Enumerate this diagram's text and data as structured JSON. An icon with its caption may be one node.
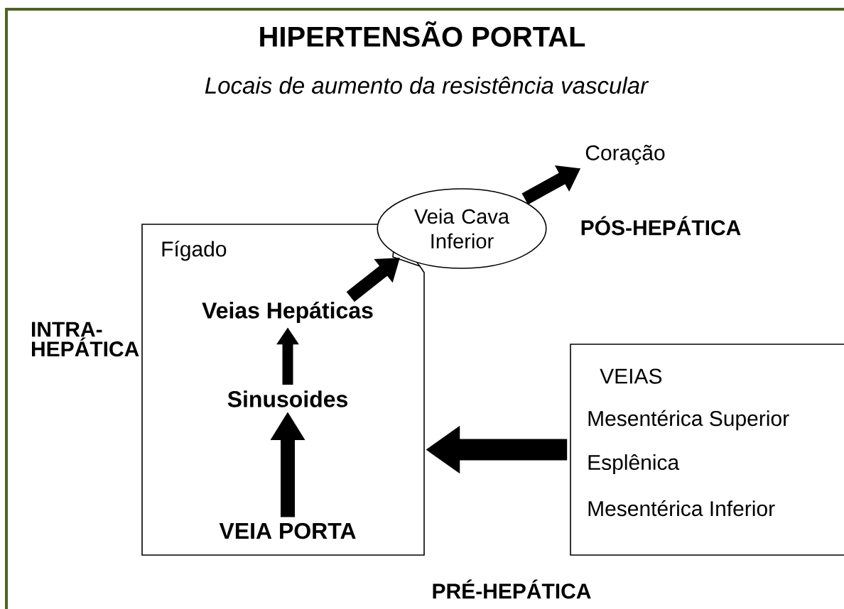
{
  "diagram": {
    "title": "HIPERTENSÃO PORTAL",
    "nodes": [
      {
        "text": [
          "Fígado"
        ]
      },
      {
        "text": [
          "Veias Hepáticas"
        ],
        "in": 0
      },
      {
        "text": [
          "Sinusoides"
        ],
        "in": 0
      },
      {
        "text": [
          "VEIA PORTA"
        ],
        "in": 0
      },
      {
        "text": [
          "Veia Cava Inferior"
        ]
      },
      {
        "text": [
          "Coração"
        ]
      },
      {
        "text": [
          "VEIAS",
          "Mesentérica Superior",
          "Esplênica",
          "Mesentérica Inferior"
        ]
      }
    ],
    "edges": [
      {
        "from": 3,
        "to": 2,
        "arrow": "to"
      },
      {
        "from": 2,
        "to": 1,
        "arrow": "to"
      },
      {
        "from": 1,
        "to": 4,
        "arrow": "to"
      },
      {
        "from": 4,
        "to": 5,
        "arrow": "to"
      },
      {
        "from": 6,
        "to": 0,
        "arrow": "to"
      }
    ],
    "labels": [
      "Locais de aumento da resistência vascular",
      "PÓS-HEPÁTICA",
      "INTRA- HEPÁTICA",
      "PRÉ-HEPÁTICA"
    ]
  }
}
